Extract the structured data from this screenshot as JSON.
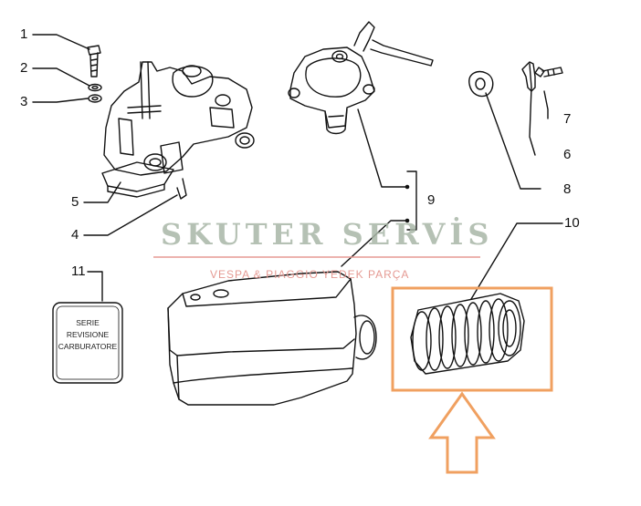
{
  "callouts": {
    "c1": "1",
    "c2": "2",
    "c3": "3",
    "c4": "4",
    "c5": "5",
    "c6": "6",
    "c7": "7",
    "c8": "8",
    "c9": "9",
    "c10": "10",
    "c11": "11"
  },
  "watermark": {
    "title": "SKUTER SERVİS",
    "subtitle": "VESPA & PIAGGIO YEDEK PARÇA"
  },
  "label_card": {
    "line1": "SERIE",
    "line2": "REVISIONE",
    "line3": "CARBURATORE"
  },
  "colors": {
    "highlight": "#f0a060",
    "line": "#111111",
    "watermark_title": "#a9b7a7",
    "watermark_subtitle": "#e59a93"
  }
}
